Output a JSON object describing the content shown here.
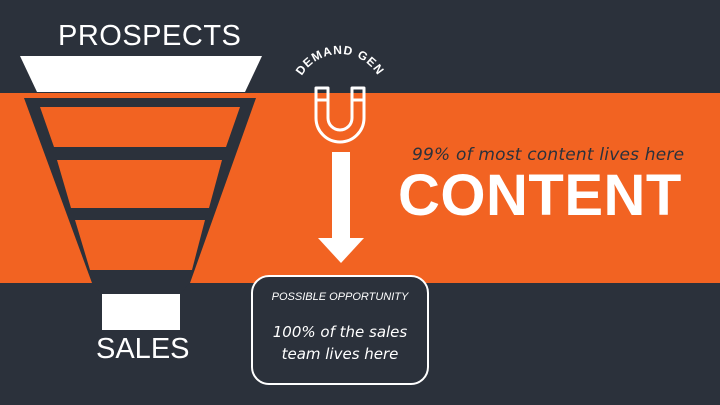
{
  "funnel": {
    "top_label": "PROSPECTS",
    "bottom_label": "SALES"
  },
  "demand_gen": {
    "label": "DEMAND GEN",
    "icon": "magnet-icon"
  },
  "content": {
    "caption": "99% of most content lives here",
    "title": "CONTENT"
  },
  "opportunity": {
    "title": "POSSIBLE OPPORTUNITY",
    "text": "100% of the sales team lives here"
  },
  "colors": {
    "background": "#2b313b",
    "accent": "#f26322",
    "white": "#ffffff"
  }
}
